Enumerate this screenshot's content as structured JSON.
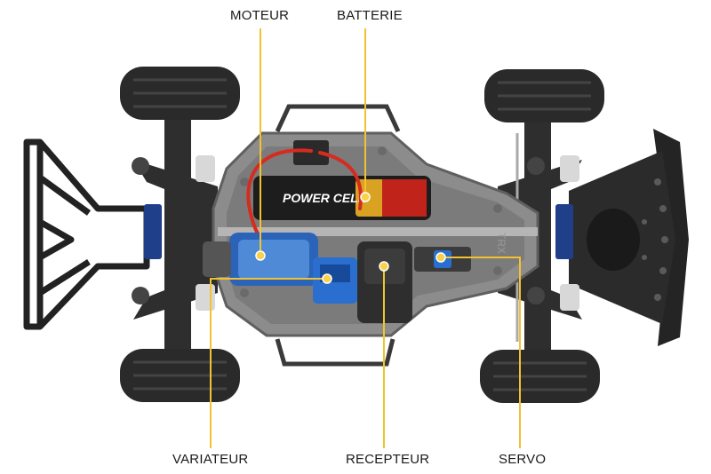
{
  "labels": {
    "moteur": "MOTEUR",
    "batterie": "BATTERIE",
    "variateur": "VARIATEUR",
    "recepteur": "RECEPTEUR",
    "servo": "SERVO"
  },
  "battery_print": "POWER CELL",
  "chassis_print": "TRX",
  "colors": {
    "leader_line": "#f2c230",
    "leader_dot": "#f7d24a",
    "chassis": "#8c8c8c",
    "tire": "#2a2a2a",
    "wire_red": "#d62b1f",
    "esc_blue": "#2a6fd0"
  }
}
